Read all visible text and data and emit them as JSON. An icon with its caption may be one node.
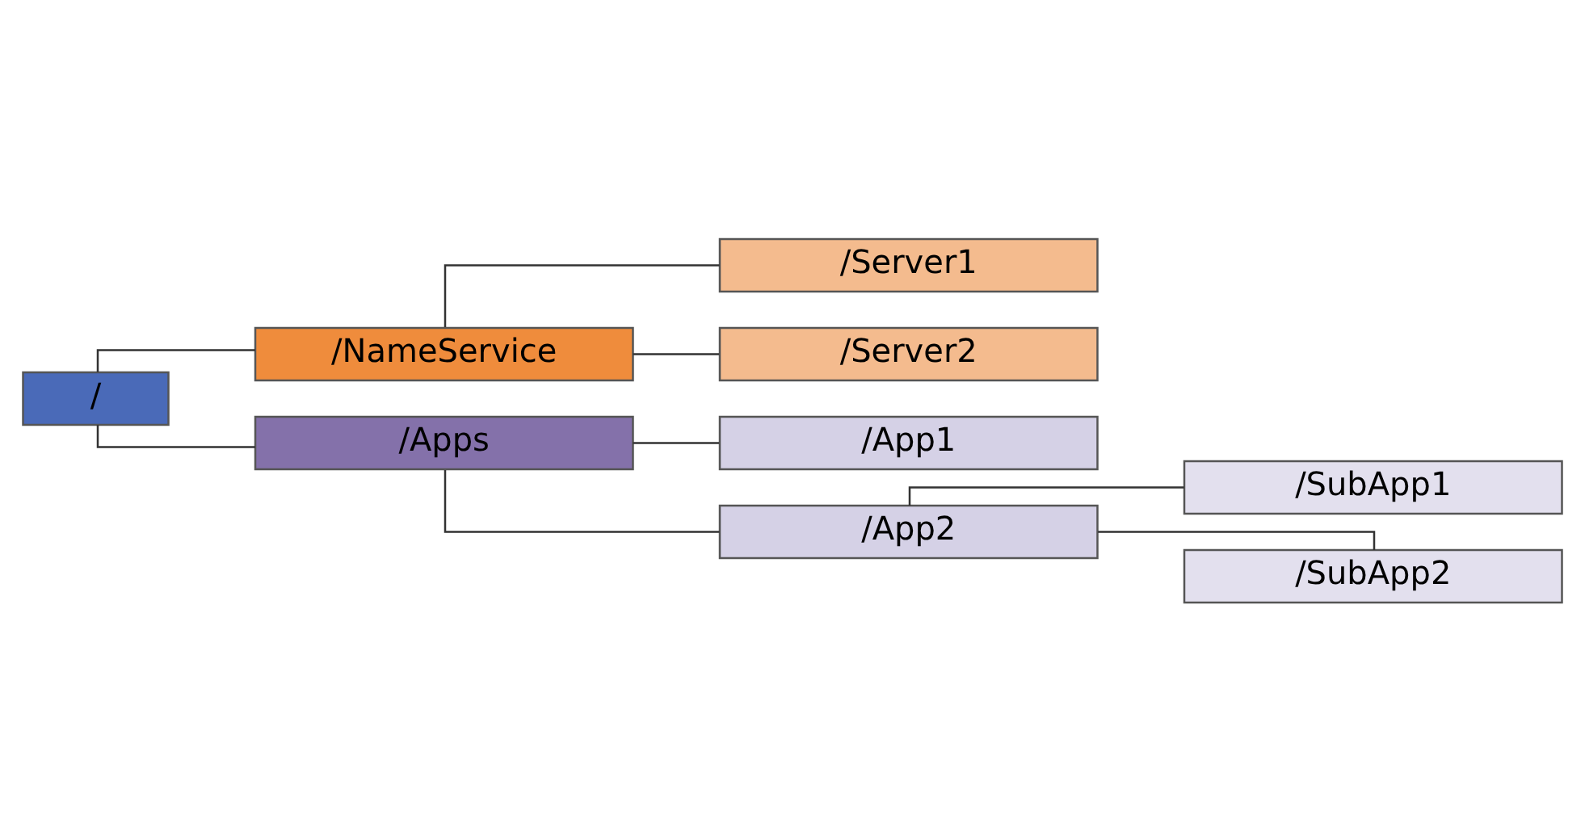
{
  "diagram": {
    "nodes": [
      {
        "text": [
          "/"
        ]
      },
      {
        "text": [
          "/NameService"
        ]
      },
      {
        "text": [
          "/Server1"
        ]
      },
      {
        "text": [
          "/Server2"
        ]
      },
      {
        "text": [
          "/Apps"
        ]
      },
      {
        "text": [
          "/App1"
        ]
      },
      {
        "text": [
          "/App2"
        ]
      },
      {
        "text": [
          "/SubApp1"
        ]
      },
      {
        "text": [
          "/SubApp2"
        ]
      }
    ],
    "edges": [
      {
        "from": 0,
        "to": 1,
        "arrow": "none"
      },
      {
        "from": 1,
        "to": 2,
        "arrow": "none"
      },
      {
        "from": 1,
        "to": 3,
        "arrow": "none"
      },
      {
        "from": 0,
        "to": 4,
        "arrow": "none"
      },
      {
        "from": 4,
        "to": 5,
        "arrow": "none"
      },
      {
        "from": 4,
        "to": 6,
        "arrow": "none"
      },
      {
        "from": 6,
        "to": 7,
        "arrow": "none"
      },
      {
        "from": 6,
        "to": 8,
        "arrow": "none"
      }
    ]
  }
}
